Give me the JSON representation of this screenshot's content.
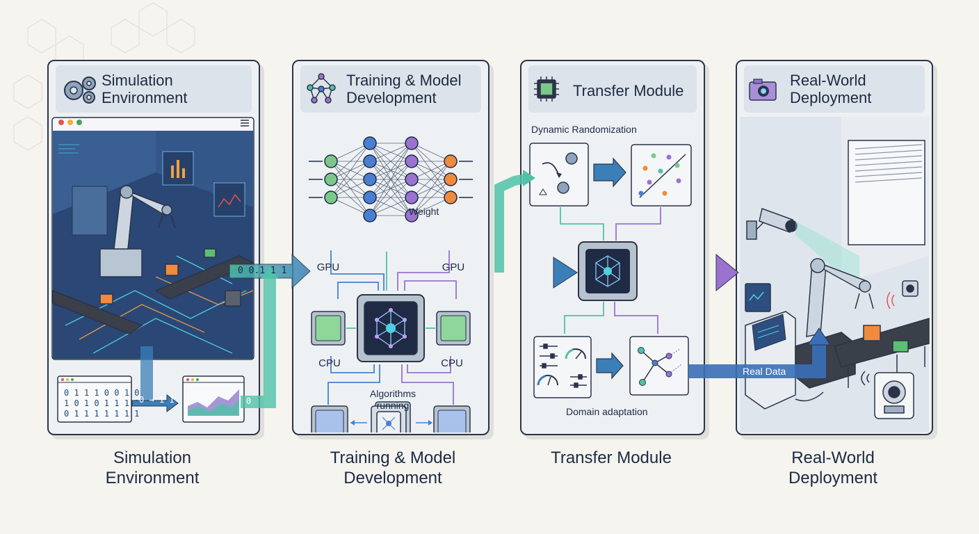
{
  "panels": [
    {
      "title": "Simulation\nEnvironment",
      "icon": "gears-icon"
    },
    {
      "title": "Training & Model\nDevelopment",
      "icon": "neural-network-icon"
    },
    {
      "title": "Transfer Module",
      "icon": "chip-icon"
    },
    {
      "title": "Real-World\nDeployment",
      "icon": "camera-icon"
    }
  ],
  "captions": [
    "Simulation\nEnvironment",
    "Training & Model\nDevelopment",
    "Transfer Module",
    "Real-World\nDeployment"
  ],
  "simulation": {
    "binary_lines": [
      "0 1 1 1 0 0 1 0",
      "1 0 1 0 1 1 1 1",
      "0 1 1 1 1 1 1 1"
    ],
    "bits_out": "0 → 1 1",
    "bits_flow": "0 0.1 1 1",
    "bits_tail": "0"
  },
  "training": {
    "weight_label": "Weight",
    "gpu_label": "GPU",
    "cpu_label": "CPU",
    "algorithms_label": "Algorithms\nrunning",
    "colors": {
      "green": "#7cc88a",
      "blue": "#4a7fd0",
      "purple": "#9a72d0",
      "orange": "#f08a3c"
    }
  },
  "transfer": {
    "randomization_label": "Dynamic Randomization",
    "adaptation_label": "Domain adaptation"
  },
  "deployment": {
    "real_data_label": "Real Data"
  }
}
